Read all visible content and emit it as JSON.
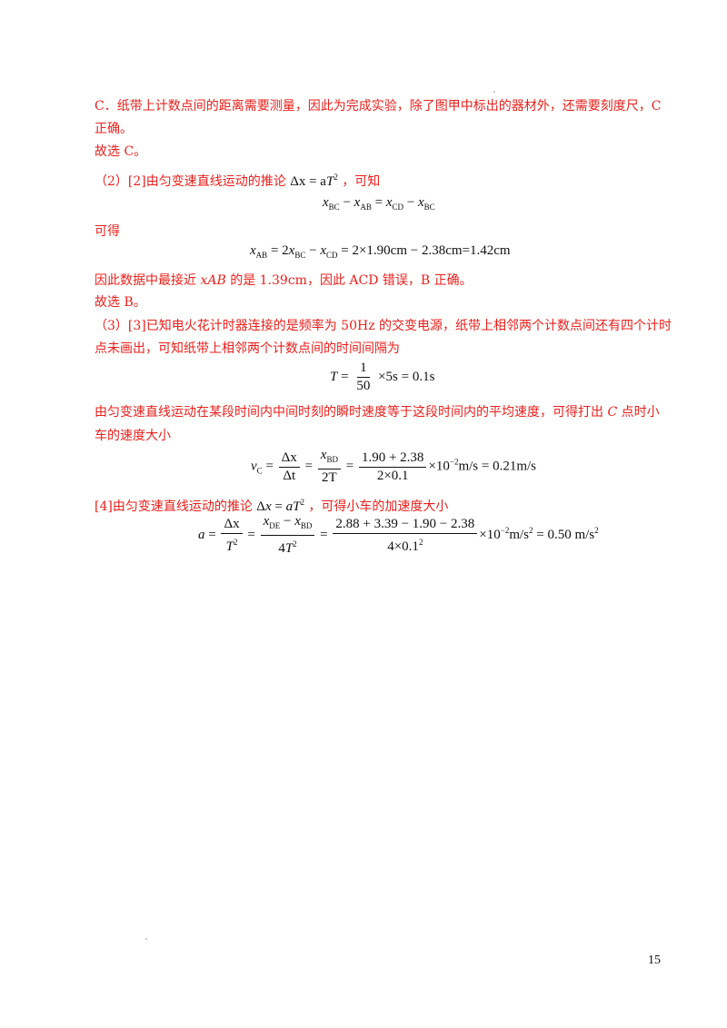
{
  "lines": {
    "l1": "C．纸带上计数点间的距离需要测量，因此为完成实验，除了图甲中标出的器材外，还需要刻度尺，C",
    "l2": "正确。",
    "l3": "故选 C。",
    "l4_pre": "（2）[2]由匀变速直线运动的推论",
    "l4_post": "，可知",
    "l5": "可得",
    "l6_pre": "因此数据中最接近",
    "l6_var": "xAB",
    "l6_post": "的是 1.39cm，因此 ACD 错误，B 正确。",
    "l7": "故选 B。",
    "l8": "（3）[3]已知电火花计时器连接的是频率为 50Hz 的交变电源，纸带上相邻两个计数点间还有四个计时",
    "l9": "点未画出，可知纸带上相邻两个计数点间的时间间隔为",
    "l10_pre": "由匀变速直线运动在某段时间内中间时刻的瞬时速度等于这段时间内的平均速度，可得打出",
    "l10_var": "C",
    "l10_post": "点时小",
    "l11": "车的速度大小",
    "l12_pre": "[4]由匀变速直线运动的推论",
    "l12_post": "，可得小车的加速度大小"
  },
  "equations": {
    "eq_inline1_lhs": "Δx = a",
    "eq_inline1_T": "T",
    "eq_inline1_exp": "2",
    "eq1": "x_BC − x_AB = x_CD − x_BC",
    "eq2_rhs": "= 2×1.90cm − 2.38cm=1.42cm",
    "eq3_num": "1",
    "eq3_den": "50",
    "eq3_rhs": "×5s = 0.1s",
    "eq4_num1": "Δx",
    "eq4_den1": "Δt",
    "eq4_num2": "x",
    "eq4_num2_sub": "BD",
    "eq4_den2": "2T",
    "eq4_num3": "1.90 + 2.38",
    "eq4_den3": "2×0.1",
    "eq4_rhs": "m/s = 0.21m/s",
    "eq5_num1": "Δx",
    "eq5_den1": "T",
    "eq5_num3": "2.88 + 3.39 − 1.90 − 2.38",
    "eq5_den3": "4×0.1",
    "eq5_rhs": "m/s",
    "eq5_rhs2": " = 0.50 m/s"
  },
  "page_number": "15"
}
